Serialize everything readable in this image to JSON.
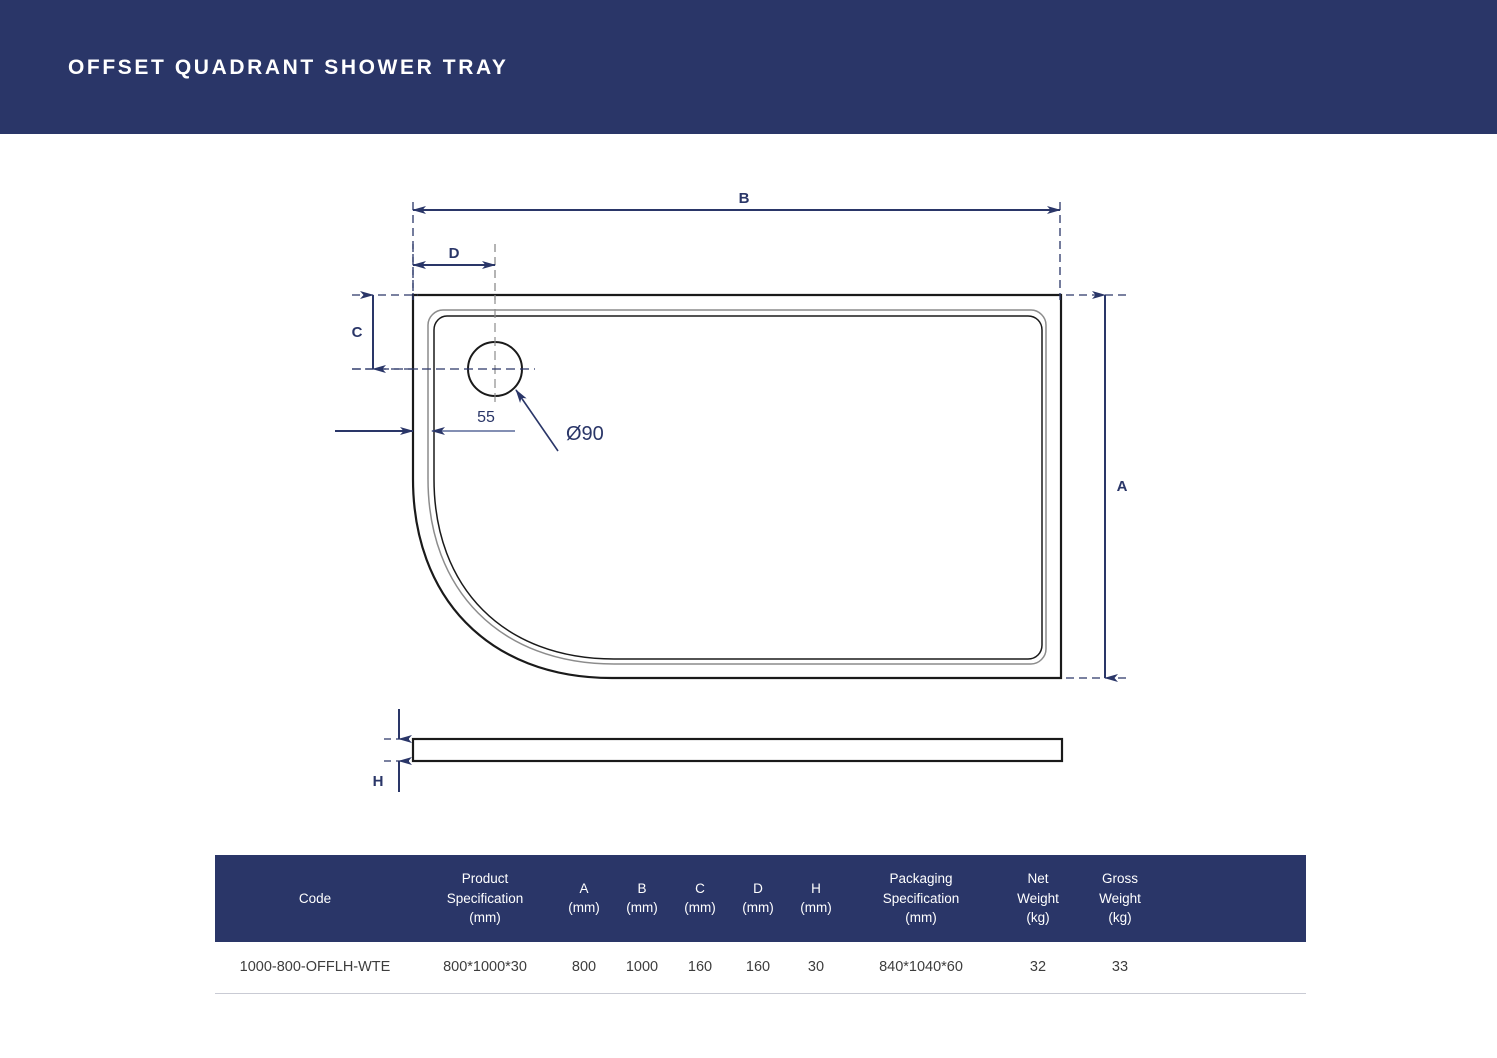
{
  "banner": {
    "title": "OFFSET QUADRANT SHOWER TRAY"
  },
  "colors": {
    "navy": "#2a3668",
    "drawing_line": "#1a1a1a",
    "dimension_line": "#2a3668",
    "inner_lip": "#7a7a7a",
    "table_rule": "#c9cbd4"
  },
  "drawing": {
    "labels": {
      "dim_a": "A",
      "dim_b": "B",
      "dim_c": "C",
      "dim_d": "D",
      "dim_h": "H",
      "drain_offset": "55",
      "drain_diameter": "Ø90"
    }
  },
  "table": {
    "headers": [
      "Code",
      "Product\nSpecification\n(mm)",
      "A\n(mm)",
      "B\n(mm)",
      "C\n(mm)",
      "D\n(mm)",
      "H\n(mm)",
      "Packaging\nSpecification\n(mm)",
      "Net\nWeight\n(kg)",
      "Gross\nWeight\n(kg)",
      ""
    ],
    "headers_split": {
      "code": [
        "Code"
      ],
      "product_specification": [
        "Product",
        "Specification",
        "(mm)"
      ],
      "a": [
        "A",
        "(mm)"
      ],
      "b": [
        "B",
        "(mm)"
      ],
      "c": [
        "C",
        "(mm)"
      ],
      "d": [
        "D",
        "(mm)"
      ],
      "h": [
        "H",
        "(mm)"
      ],
      "packaging_specification": [
        "Packaging",
        "Specification",
        "(mm)"
      ],
      "net_weight": [
        "Net",
        "Weight",
        "(kg)"
      ],
      "gross_weight": [
        "Gross",
        "Weight",
        "(kg)"
      ],
      "spacer": [
        ""
      ]
    },
    "rows": [
      {
        "code": "1000-800-OFFLH-WTE",
        "product_specification": "800*1000*30",
        "a": "800",
        "b": "1000",
        "c": "160",
        "d": "160",
        "h": "30",
        "packaging_specification": "840*1040*60",
        "net_weight": "32",
        "gross_weight": "33",
        "spacer": ""
      }
    ]
  }
}
